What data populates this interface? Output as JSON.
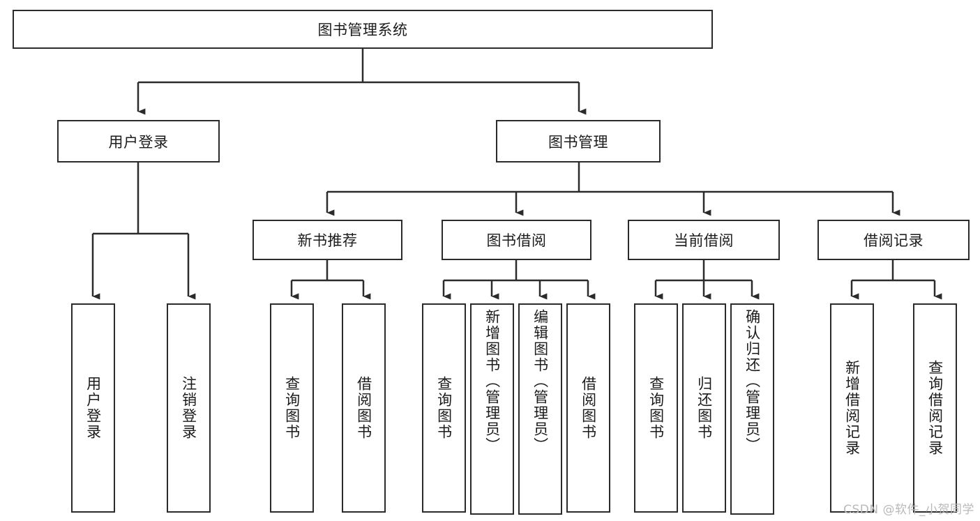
{
  "diagram": {
    "title": "图书管理系统",
    "watermark": "CSDN @软件_小贺同学",
    "arrow_color": "#2b2b2b",
    "box_border_color": "#2b2b2b",
    "box_fill_color": "#ffffff",
    "text_color": "#1b1b1b",
    "root": {
      "label": "图书管理系统"
    },
    "level2": [
      {
        "label": "用户登录"
      },
      {
        "label": "图书管理"
      }
    ],
    "level3": [
      {
        "label": "新书推荐"
      },
      {
        "label": "图书借阅"
      },
      {
        "label": "当前借阅"
      },
      {
        "label": "借阅记录"
      }
    ],
    "leaves": {
      "user_login": [
        {
          "label": "用户登录"
        },
        {
          "label": "注销登录"
        }
      ],
      "new_book": [
        {
          "label": "查询图书"
        },
        {
          "label": "借阅图书"
        }
      ],
      "book_borrow": [
        {
          "label": "查询图书"
        },
        {
          "label": "新增图书（管理员）"
        },
        {
          "label": "编辑图书（管理员）"
        },
        {
          "label": "借阅图书"
        }
      ],
      "current_borrow": [
        {
          "label": "查询图书"
        },
        {
          "label": "归还图书"
        },
        {
          "label": "确认归还（管理员）"
        }
      ],
      "borrow_record": [
        {
          "label": "新增借阅记录"
        },
        {
          "label": "查询借阅记录"
        }
      ]
    }
  }
}
